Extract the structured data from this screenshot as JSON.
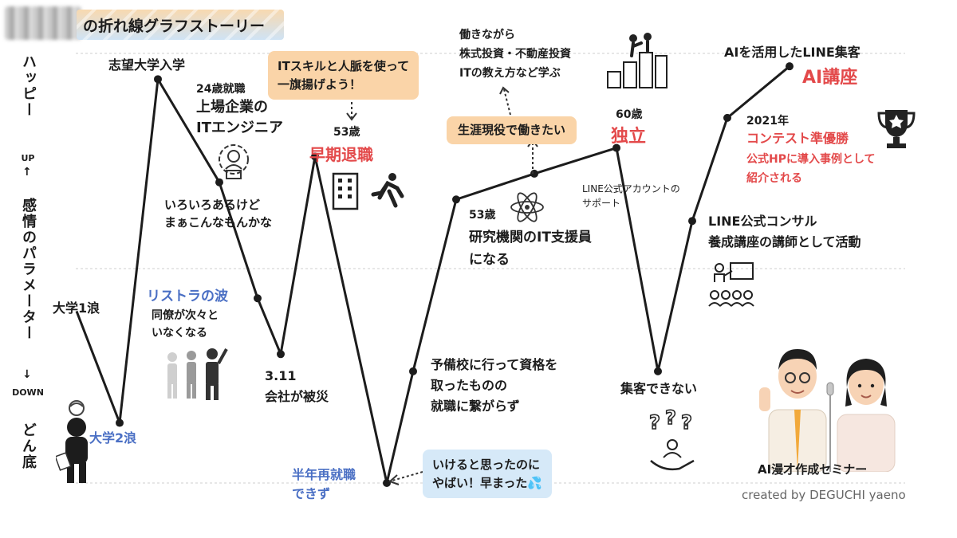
{
  "title": "の折れ線グラフストーリー",
  "axis": {
    "top": "ハッピー",
    "up": "UP",
    "middle": "感情のパラメーター",
    "down": "DOWN",
    "bottom": "どん底"
  },
  "events": {
    "e1": "大学1浪",
    "e2": "大学2浪",
    "e3": "志望大学入学",
    "e4_age": "24歳就職",
    "e4_a": "上場企業の",
    "e4_b": "ITエンジニア",
    "e5_a": "いろいろあるけど",
    "e5_b": "まぁこんなもんかな",
    "e6": "リストラの波",
    "e6_a": "同僚が次々と",
    "e6_b": "いなくなる",
    "e7_a": "3.11",
    "e7_b": "会社が被災",
    "e8_age": "53歳",
    "e8": "早期退職",
    "e9_a": "半年再就職",
    "e9_b": "できず",
    "e10_a": "予備校に行って資格を",
    "e10_b": "取ったものの",
    "e10_c": "就職に繋がらず",
    "e11_age": "53歳",
    "e11_a": "研究機関のIT支援員",
    "e11_b": "になる",
    "e12_a": "働きながら",
    "e12_b": "株式投資・不動産投資",
    "e12_c": "ITの教え方など学ぶ",
    "e13_age": "60歳",
    "e13": "独立",
    "e14_a": "LINE公式アカウントの",
    "e14_b": "サポート",
    "e15": "集客できない",
    "e16_a": "LINE公式コンサル",
    "e16_b": "養成講座の講師として活動",
    "e17_year": "2021年",
    "e17": "コンテスト準優勝",
    "e17_a": "公式HPに導入事例として",
    "e17_b": "紹介される",
    "e18_a": "AIを活用したLINE集客",
    "e18_b": "AI講座"
  },
  "callouts": {
    "c1_a": "ITスキルと人脈を使って",
    "c1_b": "一旗揚げよう！",
    "c2": "生涯現役で働きたい",
    "c3_a": "いけると思ったのに",
    "c3_b": "やばい！早まった"
  },
  "seminar": "AI漫才作成セミナー",
  "credit": "created by DEGUCHI yaeno",
  "chart_data": {
    "type": "line",
    "y_meaning": "emotion level (0 = どん底, 100 = ハッピー)",
    "points": [
      {
        "label": "大学1浪",
        "y": 40
      },
      {
        "label": "大学2浪",
        "y": 14
      },
      {
        "label": "志望大学入学",
        "y": 94
      },
      {
        "label": "上場企業のITエンジニア",
        "y": 70
      },
      {
        "label": "リストラの波",
        "y": 43
      },
      {
        "label": "3.11 会社が被災",
        "y": 30
      },
      {
        "label": "早期退職",
        "y": 76
      },
      {
        "label": "半年再就職できず",
        "y": 0
      },
      {
        "label": "予備校に行って資格を取ったものの就職に繋がらず",
        "y": 26
      },
      {
        "label": "研究機関のIT支援員になる",
        "y": 66
      },
      {
        "label": "生涯現役で働きたい",
        "y": 72
      },
      {
        "label": "独立",
        "y": 78
      },
      {
        "label": "集客できない",
        "y": 26
      },
      {
        "label": "LINE公式コンサル養成講座の講師",
        "y": 61
      },
      {
        "label": "コンテスト準優勝",
        "y": 85
      },
      {
        "label": "AI講座",
        "y": 97
      }
    ]
  },
  "colors": {
    "line": "#1c1c1c",
    "accent_red": "#e3494a",
    "accent_blue": "#4a6fc4",
    "callout_orange": "#fad4a8",
    "callout_blue": "#d6e9f8"
  }
}
